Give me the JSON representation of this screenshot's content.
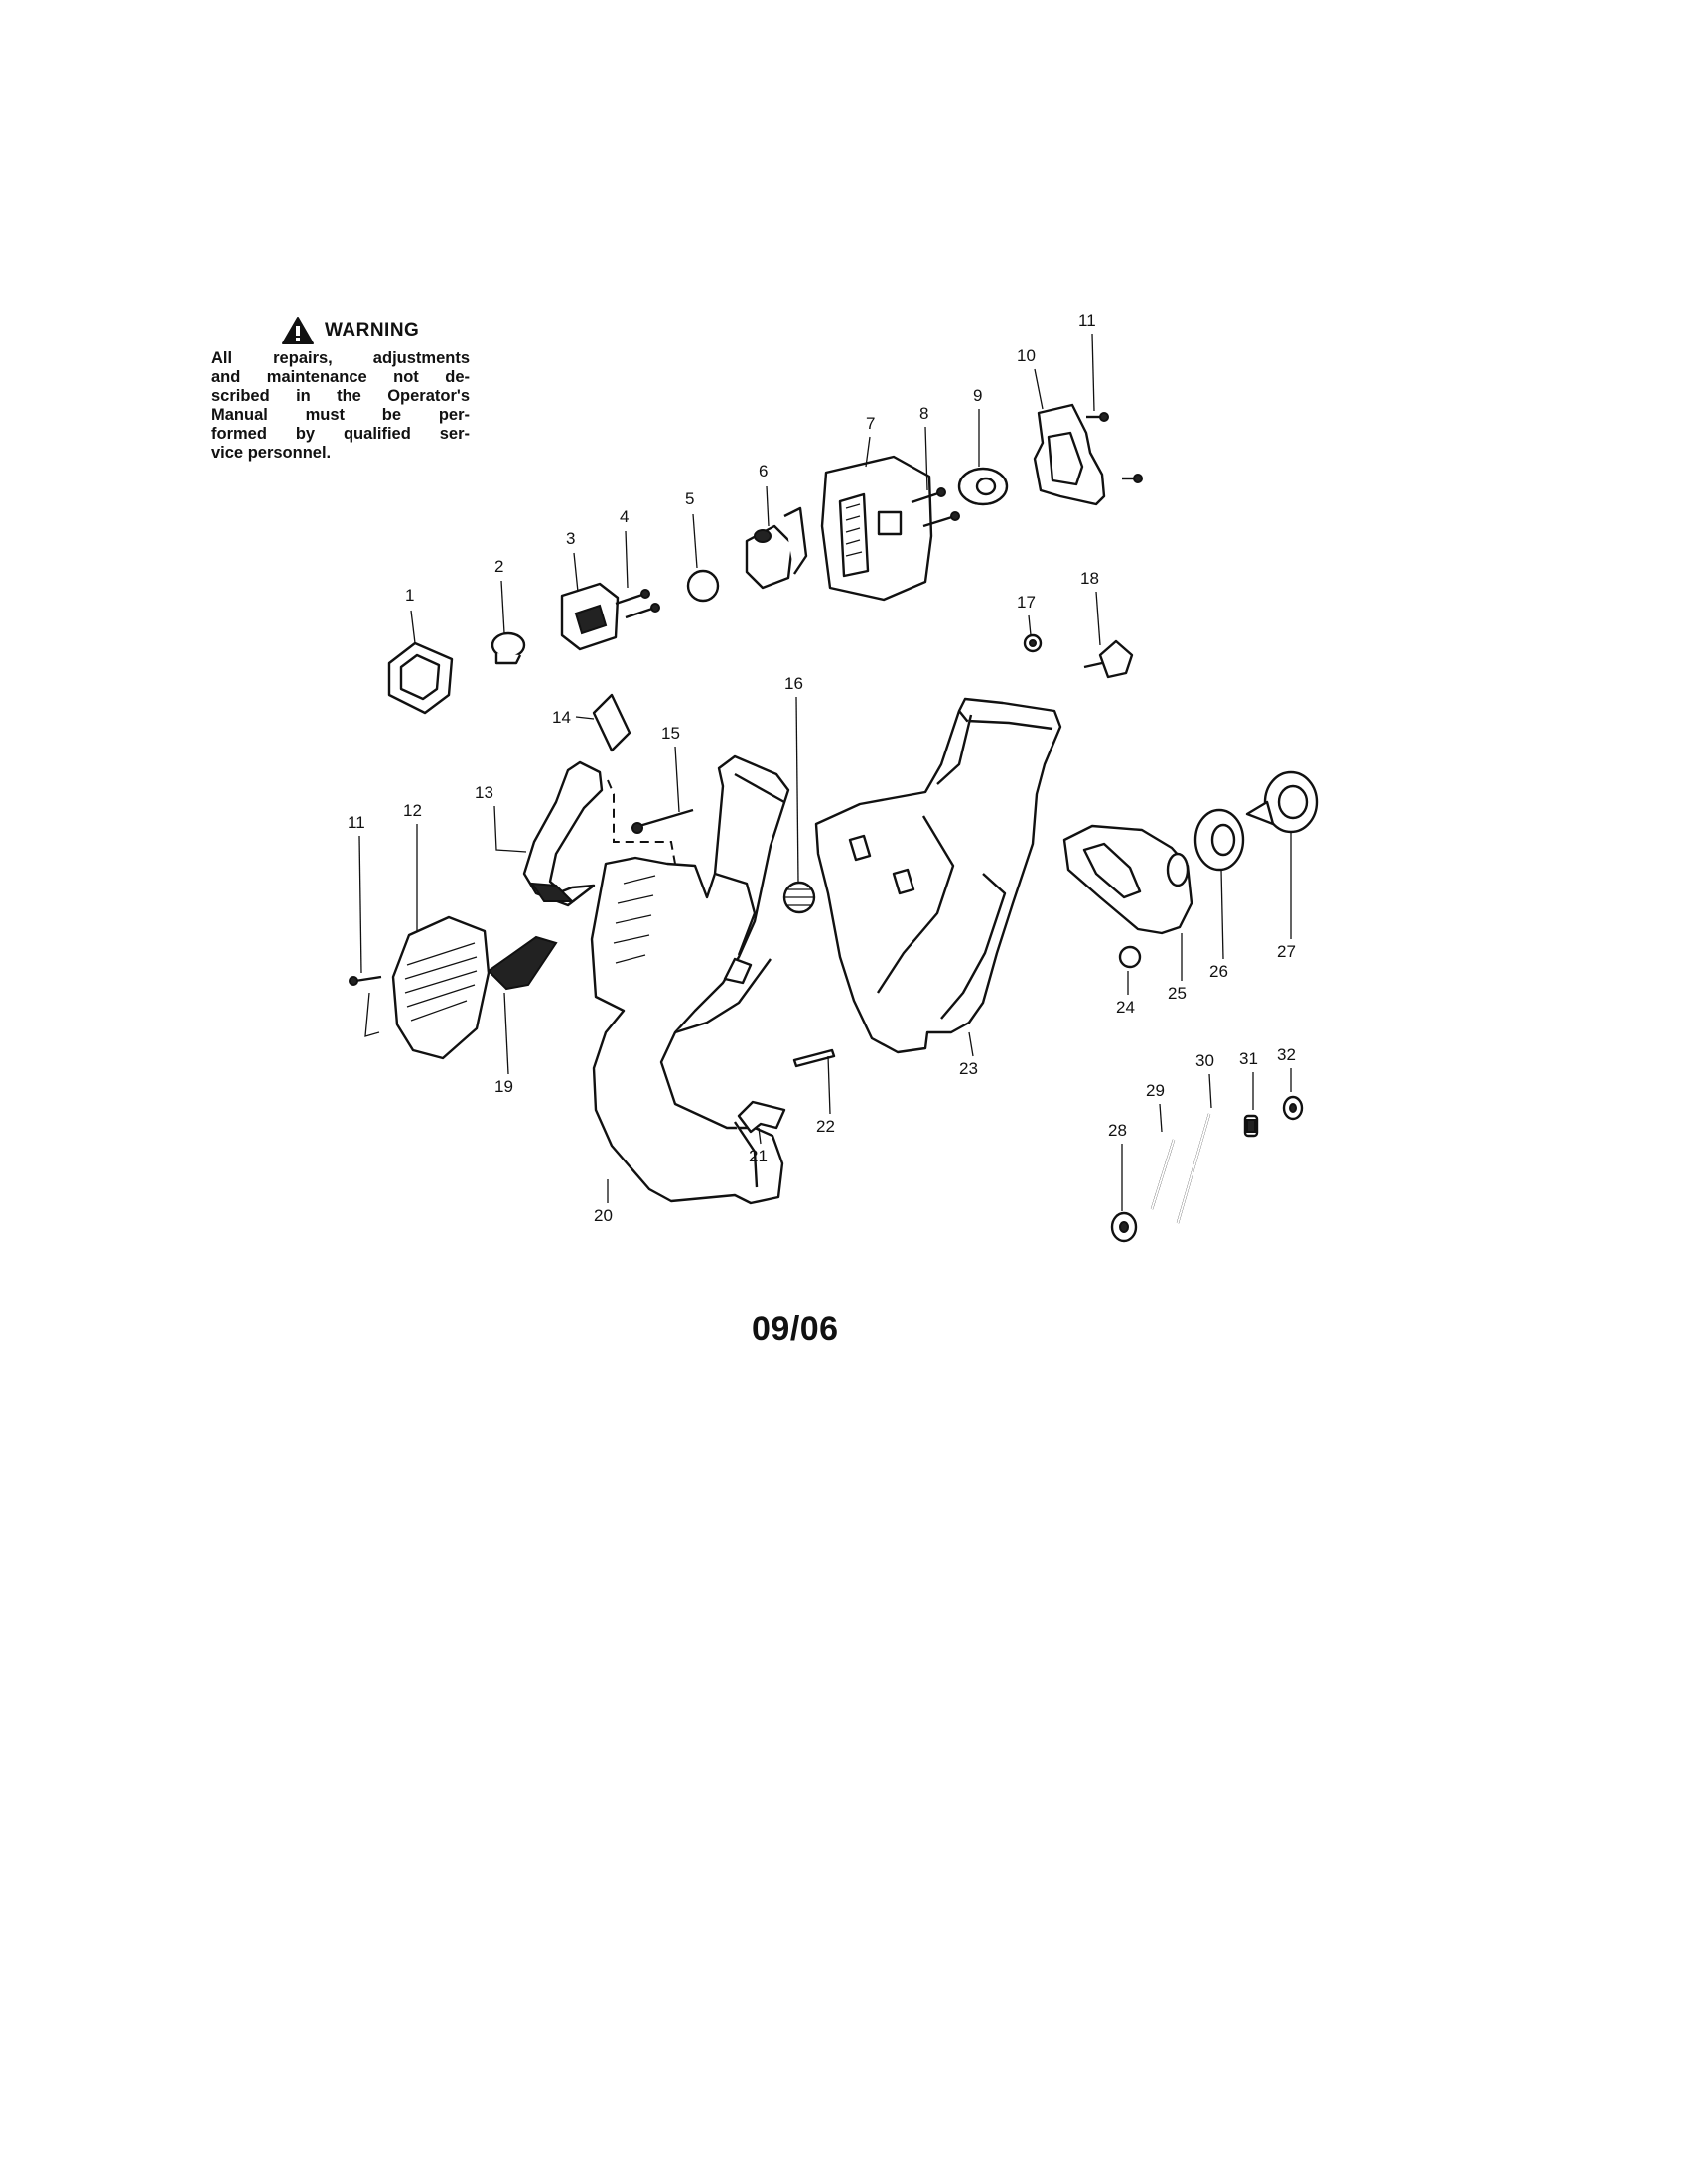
{
  "warning": {
    "title": "WARNING",
    "lines": [
      "All repairs, adjustments",
      "and maintenance not de-",
      "scribed in the Operator's",
      "Manual must be per-",
      "formed by qualified ser-",
      "vice personnel."
    ]
  },
  "callouts": [
    "1",
    "2",
    "3",
    "4",
    "5",
    "6",
    "7",
    "8",
    "9",
    "10",
    "11",
    "11",
    "12",
    "13",
    "14",
    "15",
    "16",
    "17",
    "18",
    "19",
    "20",
    "21",
    "22",
    "23",
    "24",
    "25",
    "26",
    "27",
    "28",
    "29",
    "30",
    "31",
    "32"
  ],
  "page_code": "09/06"
}
